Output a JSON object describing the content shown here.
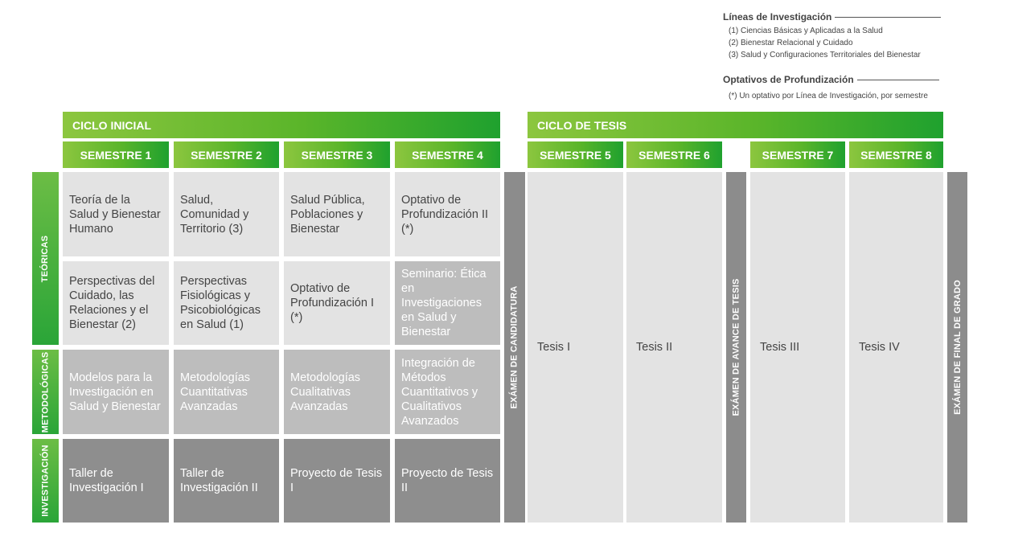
{
  "legend": {
    "lines_title": "Líneas de Investigación",
    "lines": [
      "(1) Ciencias Básicas y Aplicadas a la Salud",
      "(2) Bienestar Relacional y Cuidado",
      "(3) Salud y Configuraciones Territoriales del Bienestar"
    ],
    "optativos_title": "Optativos de Profundización",
    "optativos_note": "(*) Un optativo por Línea de Investigación, por semestre"
  },
  "cycles": {
    "initial": "CICLO INICIAL",
    "thesis": "CICLO DE TESIS"
  },
  "semesters": [
    "SEMESTRE 1",
    "SEMESTRE 2",
    "SEMESTRE 3",
    "SEMESTRE 4",
    "SEMESTRE 5",
    "SEMESTRE 6",
    "SEMESTRE 7",
    "SEMESTRE 8"
  ],
  "row_labels": {
    "teoricas": "TEÓRICAS",
    "metodologicas": "METODOLÓGICAS",
    "investigacion": "INVESTIGACIÓN"
  },
  "exams": {
    "candidatura": "EXÁMEN DE CANDIDATURA",
    "avance": "EXÁMEN DE AVANCE DE TESIS",
    "final": "EXÁMEN DE FINAL DE GRADO"
  },
  "courses": {
    "row1": [
      "Teoría de la Salud y Bienestar Humano",
      "Salud, Comunidad y Territorio (3)",
      "Salud Pública, Poblaciones y Bienestar",
      "Optativo de Profundización II (*)"
    ],
    "row2": [
      "Perspectivas del Cuidado, las Relaciones y el Bienestar (2)",
      "Perspectivas Fisiológicas y Psicobiológicas en Salud (1)",
      "Optativo de Profundización I (*)",
      "Seminario: Ética en Investigaciones en Salud y Bienestar"
    ],
    "row3": [
      "Modelos para la Investigación en Salud y Bienestar",
      "Metodologías Cuantitativas Avanzadas",
      "Metodologías Cualitativas Avanzadas",
      "Integración de Métodos Cuantitativos y Cualitativos Avanzados"
    ],
    "row4": [
      "Taller de Investigación I",
      "Taller de Investigación II",
      "Proyecto de Tesis I",
      "Proyecto de Tesis II"
    ]
  },
  "thesis": [
    "Tesis I",
    "Tesis II",
    "Tesis III",
    "Tesis IV"
  ]
}
